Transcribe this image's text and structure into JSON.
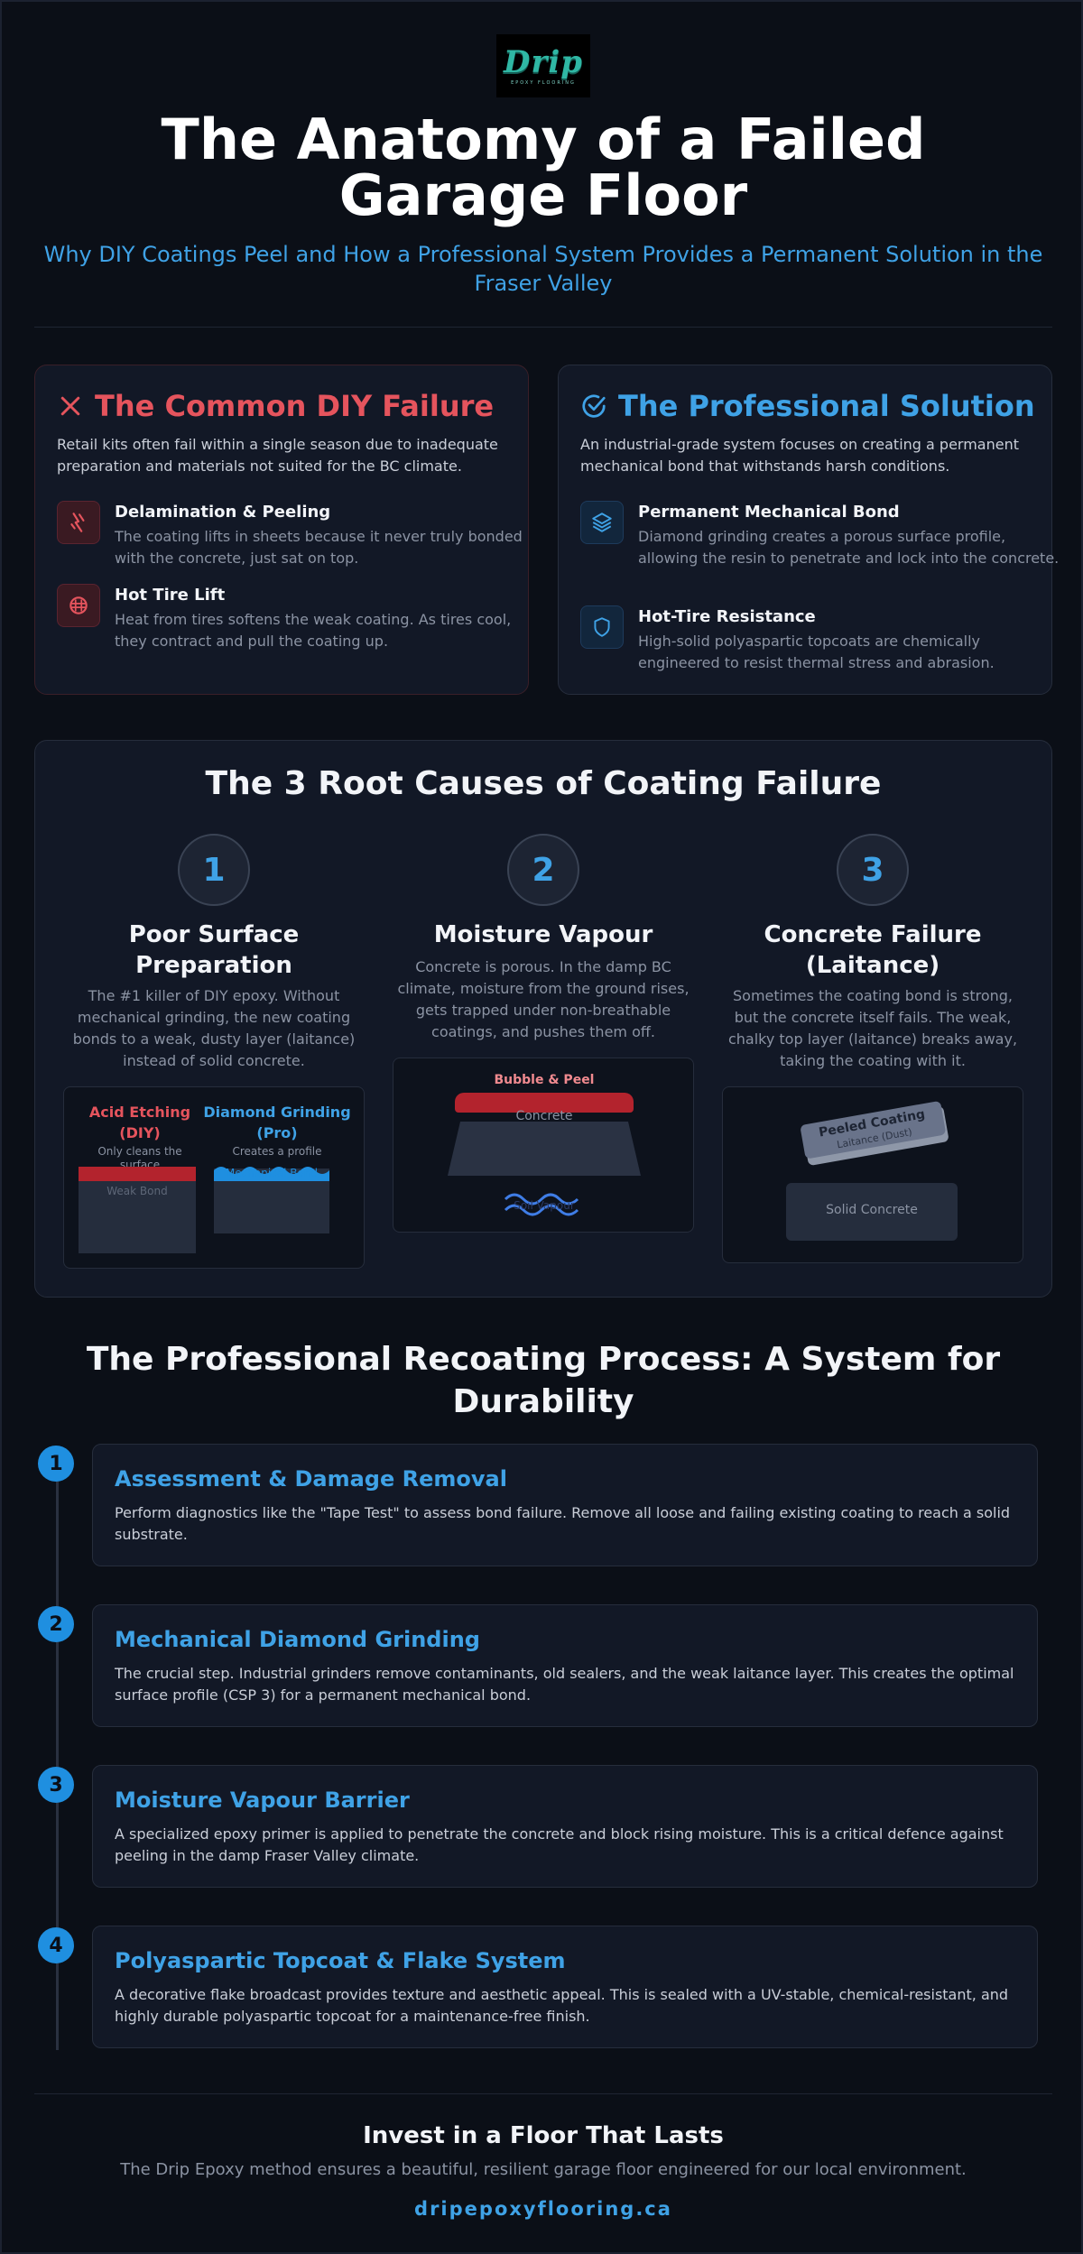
{
  "logo": {
    "word": "Drip",
    "tagline": "EPOXY FLOORING"
  },
  "header": {
    "title": "The Anatomy of a Failed Garage Floor",
    "subtitle": "Why DIY Coatings Peel and How a Professional System Provides a Permanent Solution in the Fraser Valley"
  },
  "diy": {
    "heading": "The Common DIY Failure",
    "intro": "Retail kits often fail within a single season due to inadequate preparation and materials not suited for the BC climate.",
    "items": [
      {
        "icon": "broken-bolt-icon",
        "title": "Delamination & Peeling",
        "desc": "The coating lifts in sheets because it never truly bonded with the concrete, just sat on top."
      },
      {
        "icon": "tire-icon",
        "title": "Hot Tire Lift",
        "desc": "Heat from tires softens the weak coating. As tires cool, they contract and pull the coating up."
      }
    ],
    "color": "#e5545d"
  },
  "pro": {
    "heading": "The Professional Solution",
    "intro": "An industrial-grade system focuses on creating a permanent mechanical bond that withstands harsh conditions.",
    "items": [
      {
        "icon": "layers-icon",
        "title": "Permanent Mechanical Bond",
        "desc": "Diamond grinding creates a porous surface profile, allowing the resin to penetrate and lock into the concrete."
      },
      {
        "icon": "shield-icon",
        "title": "Hot-Tire Resistance",
        "desc": "High-solid polyaspartic topcoats are chemically engineered to resist thermal stress and abrasion."
      }
    ],
    "color": "#3fa2e6"
  },
  "causes": {
    "title": "The 3 Root Causes of Coating Failure",
    "items": [
      {
        "num": "1",
        "title": "Poor Surface Preparation",
        "desc": "The #1 killer of DIY epoxy. Without mechanical grinding, the new coating bonds to a weak, dusty layer (laitance) instead of solid concrete."
      },
      {
        "num": "2",
        "title": "Moisture Vapour",
        "desc": "Concrete is porous. In the damp BC climate, moisture from the ground rises, gets trapped under non-breathable coatings, and pushes them off."
      },
      {
        "num": "3",
        "title": "Concrete Failure (Laitance)",
        "desc": "Sometimes the coating bond is strong, but the concrete itself fails. The weak, chalky top layer (laitance) breaks away, taking the coating with it."
      }
    ],
    "diagram1": {
      "left_title": "Acid Etching (DIY)",
      "left_note": "Only cleans the surface",
      "left_layer": "Weak Bond",
      "right_title": "Diamond Grinding (Pro)",
      "right_note": "Creates a profile",
      "right_layer": "Mechanical Bond"
    },
    "diagram2": {
      "top_label": "Bubble & Peel",
      "slab_label": "Concrete",
      "bottom_label": "Soil Vapour"
    },
    "diagram3": {
      "peeled_label": "Peeled Coating",
      "dust_label": "Laitance (Dust)",
      "solid_label": "Solid Concrete"
    }
  },
  "process": {
    "title": "The Professional Recoating Process: A System for Durability",
    "steps": [
      {
        "num": "1",
        "title": "Assessment & Damage Removal",
        "desc": "Perform diagnostics like the \"Tape Test\" to assess bond failure. Remove all loose and failing existing coating to reach a solid substrate."
      },
      {
        "num": "2",
        "title": "Mechanical Diamond Grinding",
        "desc": "The crucial step. Industrial grinders remove contaminants, old sealers, and the weak laitance layer. This creates the optimal surface profile (CSP 3) for a permanent mechanical bond."
      },
      {
        "num": "3",
        "title": "Moisture Vapour Barrier",
        "desc": "A specialized epoxy primer is applied to penetrate the concrete and block rising moisture. This is a critical defence against peeling in the damp Fraser Valley climate."
      },
      {
        "num": "4",
        "title": "Polyaspartic Topcoat & Flake System",
        "desc": "A decorative flake broadcast provides texture and aesthetic appeal. This is sealed with a UV-stable, chemical-resistant, and highly durable polyaspartic topcoat for a maintenance-free finish."
      }
    ]
  },
  "footer": {
    "title": "Invest in a Floor That Lasts",
    "desc": "The Drip Epoxy method ensures a beautiful, resilient garage floor engineered for our local environment.",
    "link": "dripepoxyflooring.ca"
  }
}
